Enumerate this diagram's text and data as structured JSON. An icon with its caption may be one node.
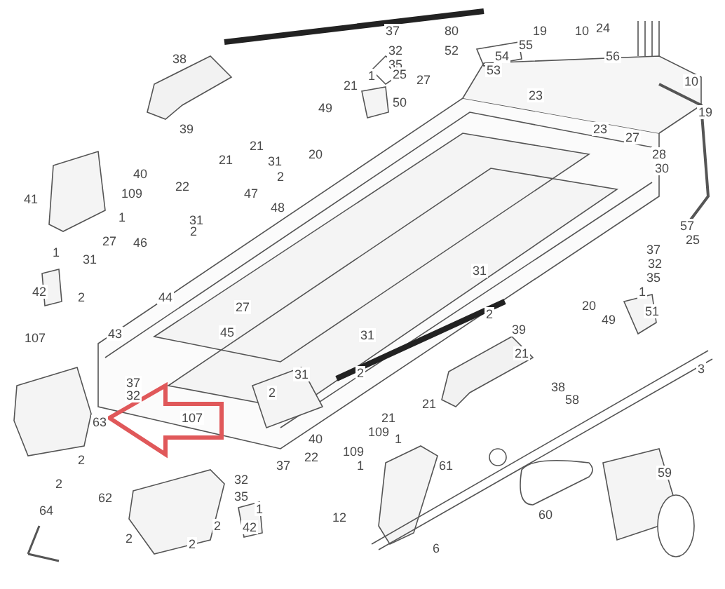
{
  "diagram": {
    "labels": [
      "37",
      "80",
      "19",
      "10",
      "24",
      "32",
      "52",
      "54",
      "55",
      "38",
      "35",
      "56",
      "21",
      "1",
      "25",
      "27",
      "53",
      "50",
      "23",
      "10",
      "19",
      "49",
      "23",
      "27",
      "39",
      "21",
      "21",
      "28",
      "31",
      "20",
      "30",
      "40",
      "2",
      "22",
      "41",
      "109",
      "47",
      "48",
      "1",
      "31",
      "57",
      "25",
      "2",
      "1",
      "31",
      "27",
      "46",
      "37",
      "32",
      "35",
      "42",
      "2",
      "44",
      "27",
      "31",
      "1",
      "2",
      "20",
      "49",
      "51",
      "107",
      "43",
      "45",
      "39",
      "31",
      "21",
      "31",
      "2",
      "3",
      "37",
      "2",
      "38",
      "32",
      "21",
      "58",
      "63",
      "107",
      "21",
      "40",
      "109",
      "1",
      "109",
      "1",
      "2",
      "22",
      "61",
      "59",
      "37",
      "2",
      "32",
      "62",
      "35",
      "64",
      "60",
      "1",
      "2",
      "12",
      "42",
      "2",
      "6",
      "2"
    ]
  }
}
